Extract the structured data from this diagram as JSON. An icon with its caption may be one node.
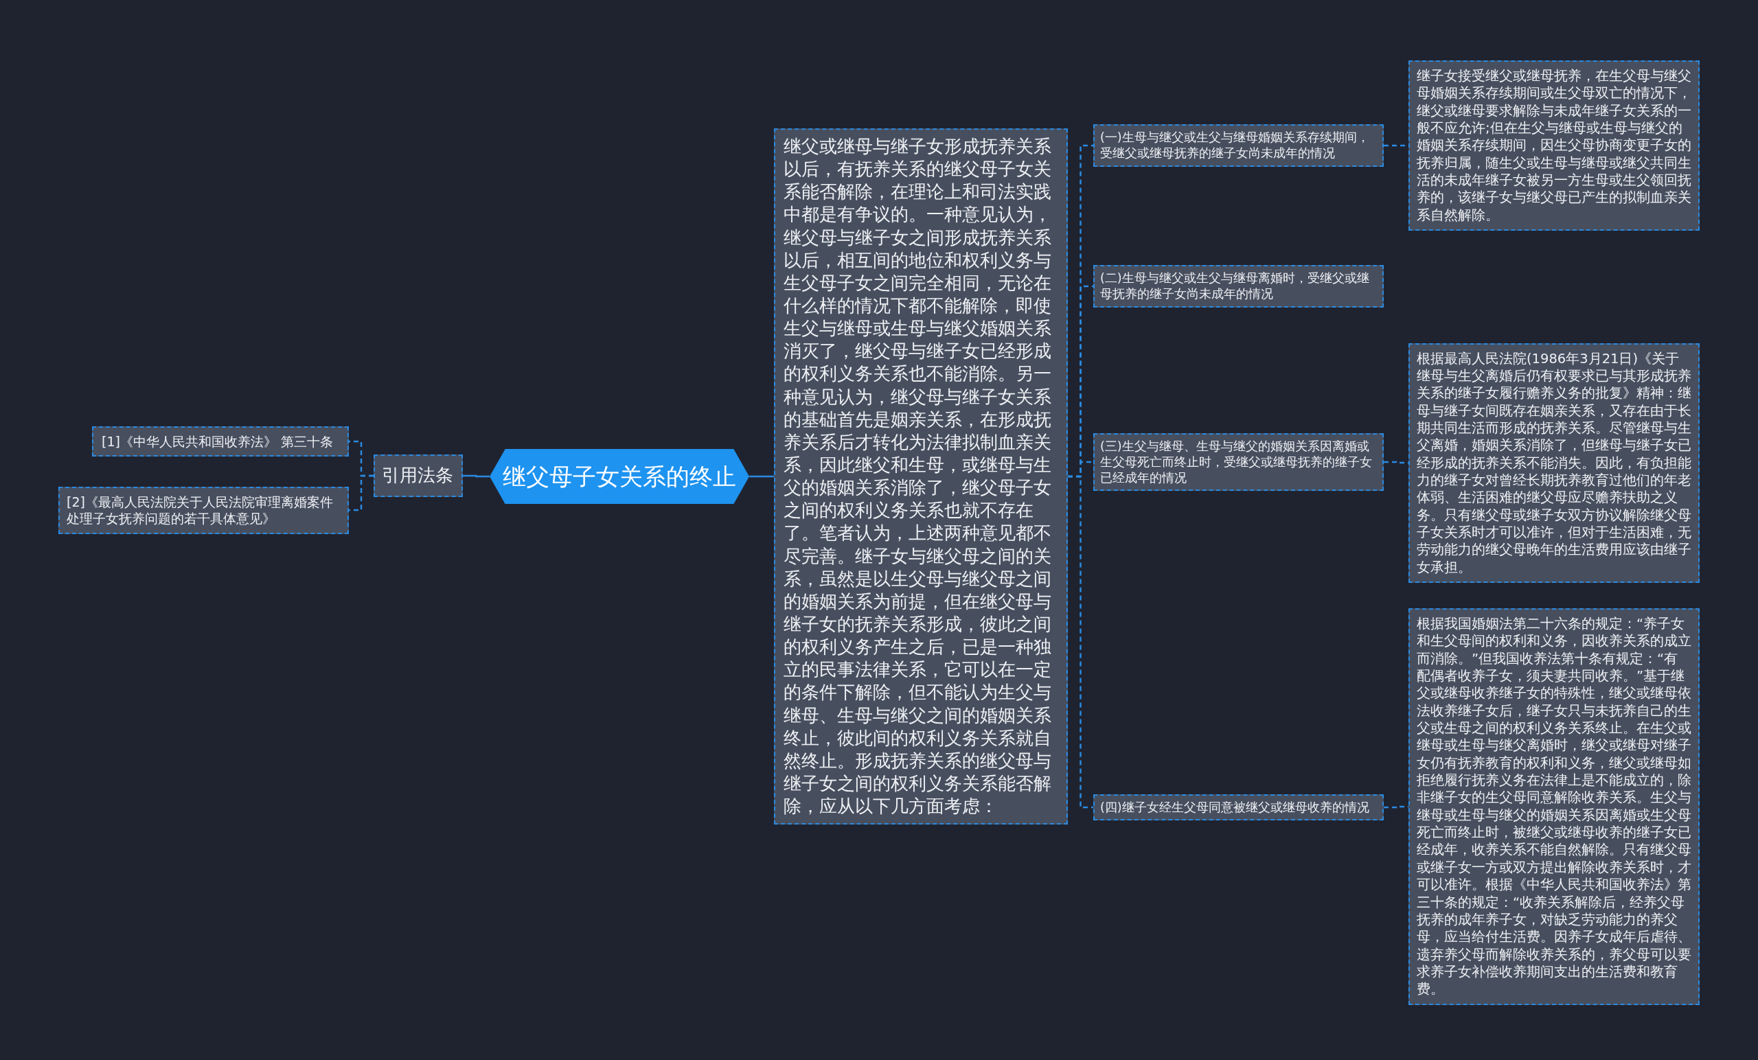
{
  "diagram": {
    "nodes": [
      {
        "text": [
          "继父母子女关系的终止"
        ]
      },
      {
        "text": [
          "引用法条"
        ]
      },
      {
        "text": [
          "[1]《中华人民共和国收养法》 第三十条"
        ]
      },
      {
        "text": [
          "[2]《最高人民法院关于人民法院审理离婚案件处理子女抚养问题的若干具体意见》"
        ]
      },
      {
        "text": [
          "继父或继母与继子女形成抚养关系以后，有抚养关系的继父母子女关系能否解除，在理论上和司法实践中都是有争议的。一种意见认为，继父母与继子女之间形成抚养关系以后，相互间的地位和权利义务与生父母子女之间完全相同，无论在什么样的情况下都不能解除，即使生父与继母或生母与继父婚姻关系消灭了，继父母与继子女已经形成的权利义务关系也不能消除。另一种意见认为，继父母与继子女关系的基础首先是姻亲关系，在形成抚养关系后才转化为法律拟制血亲关系，因此继父和生母，或继母与生父的婚姻关系消除了，继父母子女之间的权利义务关系也就不存在了。笔者认为，上述两种意见都不尽完善。继子女与继父母之间的关系，虽然是以生父母与继父母之间的婚姻关系为前提，但在继父母与继子女的抚养关系形成，彼此之间的权利义务产生之后，已是一种独立的民事法律关系，它可以在一定的条件下解除，但不能认为生父与继母、生母与继父之间的婚姻关系终止，彼此间的权利义务关系就自然终止。形成抚养关系的继父母与继子女之间的权利义务关系能否解除，应从以下几方面考虑："
        ]
      },
      {
        "text": [
          "(一)生母与继父或生父与继母婚姻关系存续期间，受继父或继母抚养的继子女尚未成年的情况"
        ]
      },
      {
        "text": [
          "继子女接受继父或继母抚养，在生父母与继父母婚姻关系存续期间或生父母双亡的情况下，继父或继母要求解除与未成年继子女关系的一般不应允许;但在生父与继母或生母与继父的婚姻关系存续期间，因生父母协商变更子女的抚养归属，随生父或生母与继母或继父共同生活的未成年继子女被另一方生母或生父领回抚养的，该继子女与继父母已产生的拟制血亲关系自然解除。"
        ]
      },
      {
        "text": [
          "(二)生母与继父或生父与继母离婚时，受继父或继母抚养的继子女尚未成年的情况"
        ]
      },
      {
        "text": [
          "(三)生父与继母、生母与继父的婚姻关系因离婚或生父母死亡而终止时，受继父或继母抚养的继子女已经成年的情况"
        ]
      },
      {
        "text": [
          "根据最高人民法院(1986年3月21日)《关于继母与生父离婚后仍有权要求已与其形成抚养关系的继子女履行赡养义务的批复》精神：继母与继子女间既存在姻亲关系，又存在由于长期共同生活而形成的抚养关系。尽管继母与生父离婚，婚姻关系消除了，但继母与继子女已经形成的抚养关系不能消失。因此，有负担能力的继子女对曾经长期抚养教育过他们的年老体弱、生活困难的继父母应尽赡养扶助之义务。只有继父母或继子女双方协议解除继父母子女关系时才可以准许，但对于生活困难，无劳动能力的继父母晚年的生活费用应该由继子女承担。"
        ]
      },
      {
        "text": [
          "(四)继子女经生父母同意被继父或继母收养的情况"
        ]
      },
      {
        "text": [
          "根据我国婚姻法第二十六条的规定：“养子女和生父母间的权利和义务，因收养关系的成立而消除。”但我国收养法第十条有规定：“有配偶者收养子女，须夫妻共同收养。”基于继父或继母收养继子女的特殊性，继父或继母依法收养继子女后，继子女只与未抚养自己的生父或生母之间的权利义务关系终止。在生父或继母或生母与继父离婚时，继父或继母对继子女仍有抚养教育的权利和义务，继父或继母如拒绝履行抚养义务在法律上是不能成立的，除非继子女的生父母同意解除收养关系。生父与继母或生母与继父的婚姻关系因离婚或生父母死亡而终止时，被继父或继母收养的继子女已经成年，收养关系不能自然解除。只有继父母或继子女一方或双方提出解除收养关系时，才可以准许。根据《中华人民共和国收养法》第三十条的规定：“收养关系解除后，经养父母抚养的成年养子女，对缺乏劳动能力的养父母，应当给付生活费。因养子女成年后虐待、遗弃养父母而解除收养关系的，养父母可以要求养子女补偿收养期间支出的生活费和教育费。"
        ]
      }
    ],
    "edges": [
      {
        "from": 0,
        "to": 1,
        "arrow": "none"
      },
      {
        "from": 1,
        "to": 2,
        "arrow": "none",
        "style": "dashed"
      },
      {
        "from": 1,
        "to": 3,
        "arrow": "none",
        "style": "dashed"
      },
      {
        "from": 0,
        "to": 4,
        "arrow": "none"
      },
      {
        "from": 4,
        "to": 5,
        "arrow": "none",
        "style": "dashed"
      },
      {
        "from": 4,
        "to": 7,
        "arrow": "none",
        "style": "dashed"
      },
      {
        "from": 4,
        "to": 8,
        "arrow": "none",
        "style": "dashed"
      },
      {
        "from": 4,
        "to": 10,
        "arrow": "none",
        "style": "dashed"
      },
      {
        "from": 5,
        "to": 6,
        "arrow": "none",
        "style": "dashed"
      },
      {
        "from": 8,
        "to": 9,
        "arrow": "none",
        "style": "dashed"
      },
      {
        "from": 10,
        "to": 11,
        "arrow": "none",
        "style": "dashed"
      }
    ]
  }
}
